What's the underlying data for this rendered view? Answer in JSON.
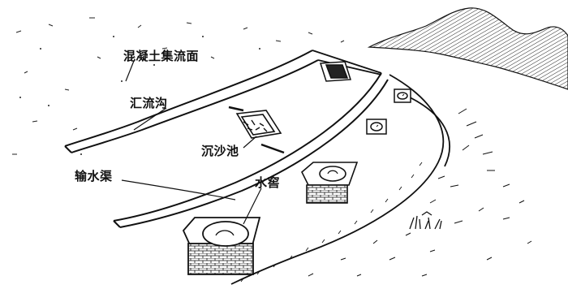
{
  "labels": {
    "concrete_surface": "混凝土集流面",
    "collection_ditch": "汇流沟",
    "sediment_basin": "沉沙池",
    "conveyance_channel": "输水渠",
    "water_cellar": "水窖"
  },
  "colors": {
    "ink": "#111111",
    "background": "#ffffff",
    "mountain_fill": "#444444"
  }
}
